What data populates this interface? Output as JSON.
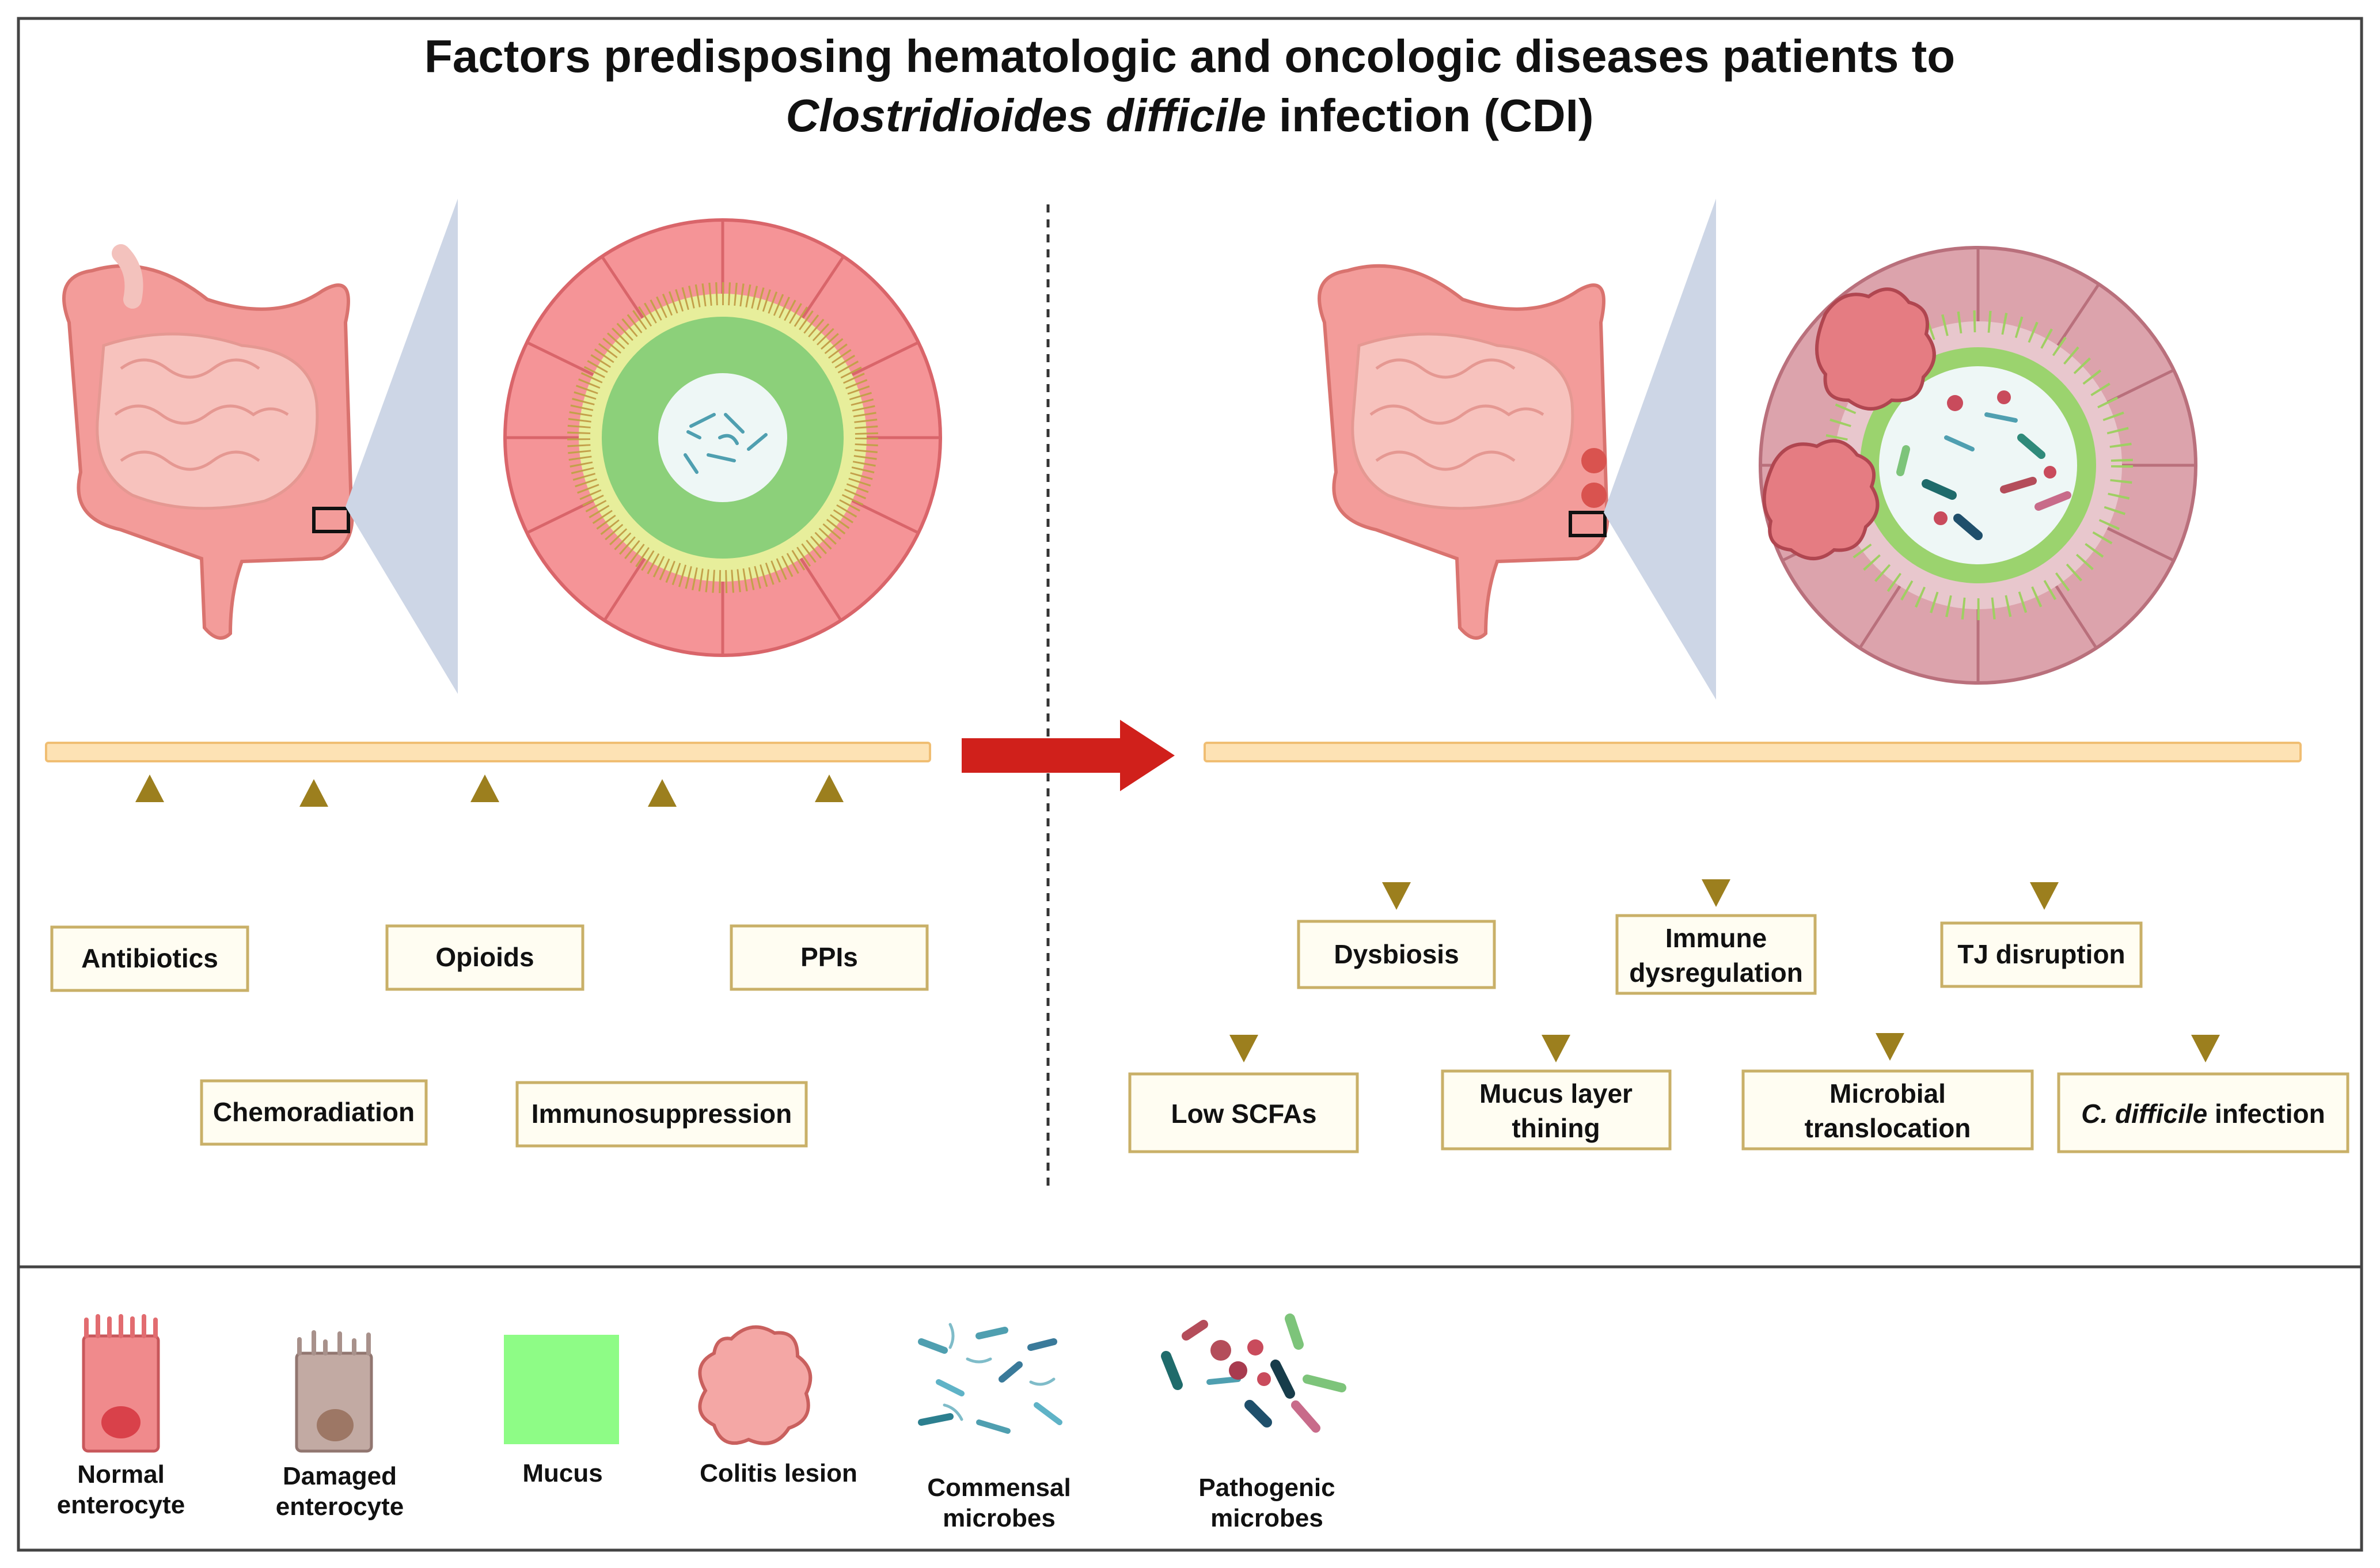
{
  "title": {
    "line1": "Factors predisposing hematologic and oncologic diseases patients to",
    "line2_italic": "Clostridioides difficile",
    "line2_rest": " infection (CDI)"
  },
  "causes": [
    "Antibiotics",
    "Chemoradiation",
    "Opioids",
    "Immunosuppression",
    "PPIs"
  ],
  "consequences": {
    "low_scfas": "Low SCFAs",
    "dysbiosis": "Dysbiosis",
    "mucus_1": "Mucus layer",
    "mucus_2": "thining",
    "immune_1": "Immune",
    "immune_2": "dysregulation",
    "microbial_1": "Microbial",
    "microbial_2": "translocation",
    "tj": "TJ disruption",
    "cdi_italic": "C. difficile",
    "cdi_rest": " infection"
  },
  "legend": {
    "normal_1": "Normal",
    "normal_2": "enterocyte",
    "damaged_1": "Damaged",
    "damaged_2": "enterocyte",
    "mucus": "Mucus",
    "colitis": "Colitis lesion",
    "commensal_1": "Commensal",
    "commensal_2": "microbes",
    "pathogenic_1": "Pathogenic",
    "pathogenic_2": "microbes"
  },
  "colors": {
    "arrow": "#9c7f1e",
    "big_arrow": "#d0201b",
    "bar": "#fde2b4",
    "mucus": "#8cd07a",
    "normal_cell": "#f08a8c",
    "damaged_cell": "#dca3ac"
  }
}
